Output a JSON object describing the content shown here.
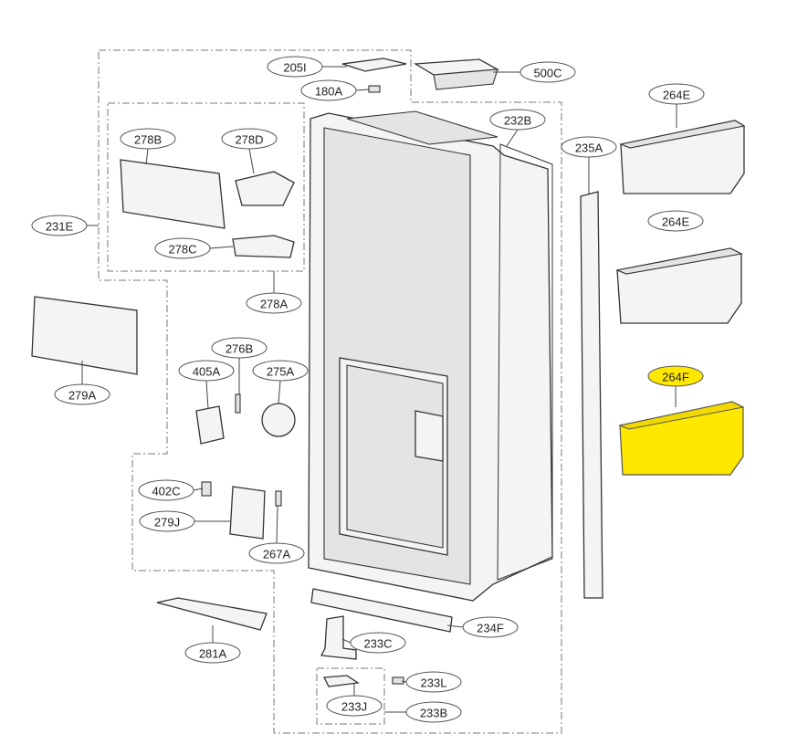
{
  "diagram": {
    "title": "Refrigerator door exploded parts view",
    "highlight_color": "#FFE800",
    "selected_part": "264F",
    "callouts": [
      {
        "code": "205I"
      },
      {
        "code": "180A"
      },
      {
        "code": "500C"
      },
      {
        "code": "232B"
      },
      {
        "code": "264E"
      },
      {
        "code": "235A"
      },
      {
        "code": "278B"
      },
      {
        "code": "278D"
      },
      {
        "code": "231E"
      },
      {
        "code": "264E"
      },
      {
        "code": "278C"
      },
      {
        "code": "278A"
      },
      {
        "code": "279A"
      },
      {
        "code": "276B"
      },
      {
        "code": "405A"
      },
      {
        "code": "275A"
      },
      {
        "code": "264F",
        "selected": true
      },
      {
        "code": "402C"
      },
      {
        "code": "279J"
      },
      {
        "code": "267A"
      },
      {
        "code": "234F"
      },
      {
        "code": "281A"
      },
      {
        "code": "233C"
      },
      {
        "code": "233L"
      },
      {
        "code": "233J"
      },
      {
        "code": "233B"
      }
    ]
  }
}
